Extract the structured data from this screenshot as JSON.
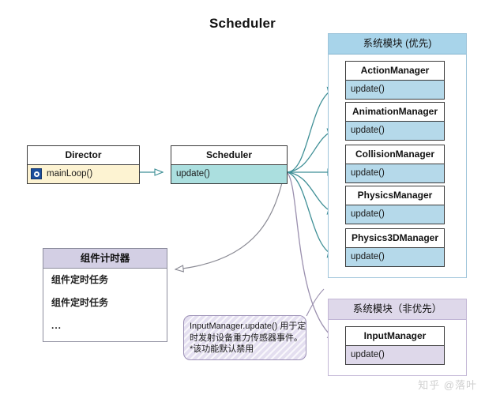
{
  "title": "Scheduler",
  "watermark": "知乎 @落叶",
  "colors": {
    "cream": "#fdf3d2",
    "teal": "#abdfdf",
    "light_blue": "#b5d9ea",
    "purple": "#ded8ea",
    "panel_header_blue": "#a8d4ea",
    "panel_header_purple": "#ded8ea",
    "timer_header": "#d3cfe4",
    "connector_teal": "#3f8f96",
    "connector_gray": "#8a8a94",
    "border_dark": "#3a3a3a"
  },
  "director": {
    "title": "Director",
    "operation": "mainLoop()",
    "icon": "operation-icon"
  },
  "scheduler": {
    "title": "Scheduler",
    "operation": "update()"
  },
  "priority_panel": {
    "header": "系统模块 (优先)",
    "modules": [
      {
        "title": "ActionManager",
        "operation": "update()"
      },
      {
        "title": "AnimationManager",
        "operation": "update()"
      },
      {
        "title": "CollisionManager",
        "operation": "update()"
      },
      {
        "title": "PhysicsManager",
        "operation": "update()"
      },
      {
        "title": "Physics3DManager",
        "operation": "update()"
      }
    ]
  },
  "non_priority_panel": {
    "header": "系统模块（非优先）",
    "modules": [
      {
        "title": "InputManager",
        "operation": "update()"
      }
    ]
  },
  "component_timer": {
    "header": "组件计时器",
    "rows": [
      "组件定时任务",
      "组件定时任务",
      "..."
    ]
  },
  "note": {
    "lines": [
      "InputManager.update() 用于定",
      "时发射设备重力传感器事件。",
      "*该功能默认禁用"
    ]
  }
}
